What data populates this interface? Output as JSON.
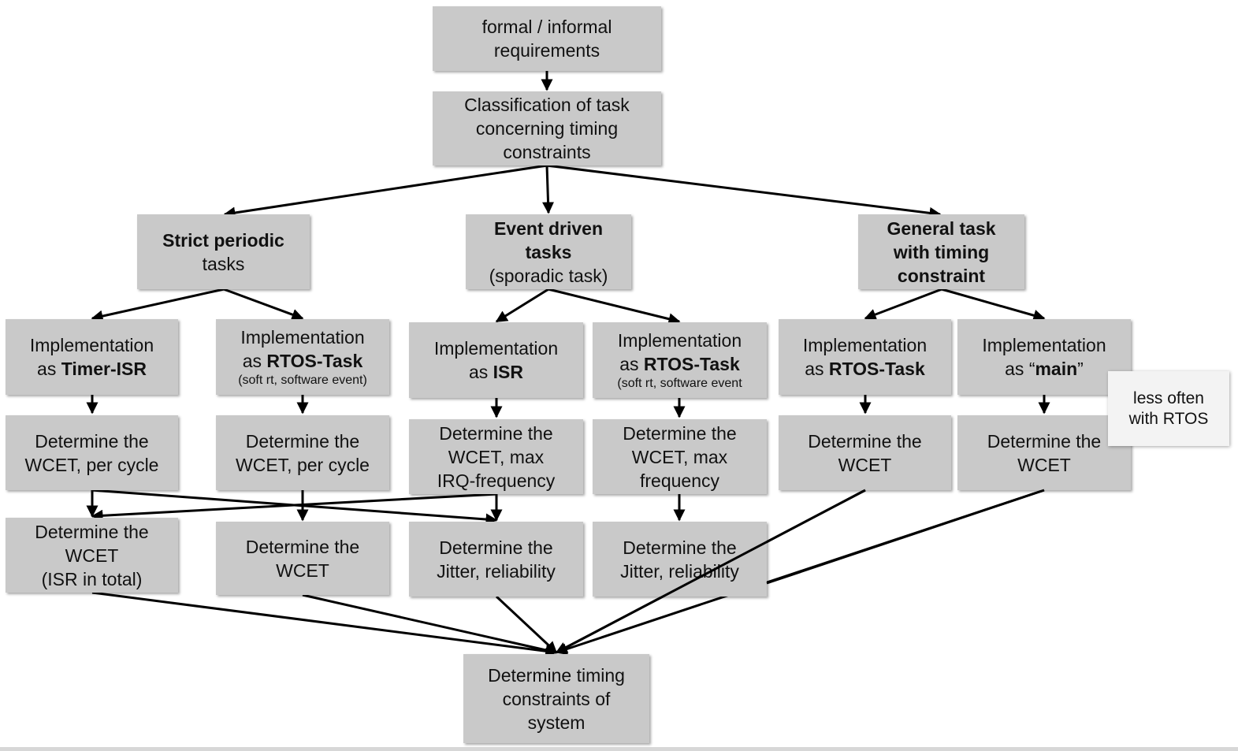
{
  "nodes": {
    "req": [
      "formal / informal",
      "requirements"
    ],
    "classify": [
      "Classification of task",
      "concerning timing",
      "constraints"
    ],
    "strict": {
      "bold": "Strict periodic",
      "rest": "tasks"
    },
    "event": {
      "bold1": "Event driven",
      "bold2": "tasks",
      "rest": "(sporadic task)"
    },
    "general": [
      "General task",
      "with timing",
      "constraint"
    ],
    "impl_timer_isr": {
      "l1": "Implementation",
      "l2_pre": "as ",
      "l2_bold": "Timer-ISR"
    },
    "impl_rtos_1": {
      "l1": "Implementation",
      "l2_pre": "as ",
      "l2_bold": "RTOS-Task",
      "small": "(soft rt, software event)"
    },
    "impl_isr": {
      "l1": "Implementation",
      "l2_pre": "as ",
      "l2_bold": "ISR"
    },
    "impl_rtos_2": {
      "l1": "Implementation",
      "l2_pre": "as ",
      "l2_bold": "RTOS-Task",
      "small": "(soft rt, software event"
    },
    "impl_rtos_3": {
      "l1": "Implementation",
      "l2_pre": "as ",
      "l2_bold": "RTOS-Task"
    },
    "impl_main": {
      "l1": "Implementation",
      "l2_pre": "as “",
      "l2_bold": "main",
      "l2_post": "”"
    },
    "det1": [
      "Determine the",
      "WCET, per cycle"
    ],
    "det2": [
      "Determine the",
      "WCET, per cycle"
    ],
    "det3": [
      "Determine the",
      "WCET, max",
      "IRQ-frequency"
    ],
    "det4": [
      "Determine the",
      "WCET, max",
      "frequency"
    ],
    "det5": [
      "Determine the",
      "WCET"
    ],
    "det6": [
      "Determine the",
      "WCET"
    ],
    "r1": [
      "Determine the",
      "WCET",
      "(ISR in total)"
    ],
    "r2": [
      "Determine the",
      "WCET"
    ],
    "r3": [
      "Determine the",
      "Jitter, reliability"
    ],
    "r4": [
      "Determine the",
      "Jitter, reliability"
    ],
    "final": [
      "Determine timing",
      "constraints of",
      "system"
    ],
    "note": [
      "less often",
      "with RTOS"
    ]
  }
}
